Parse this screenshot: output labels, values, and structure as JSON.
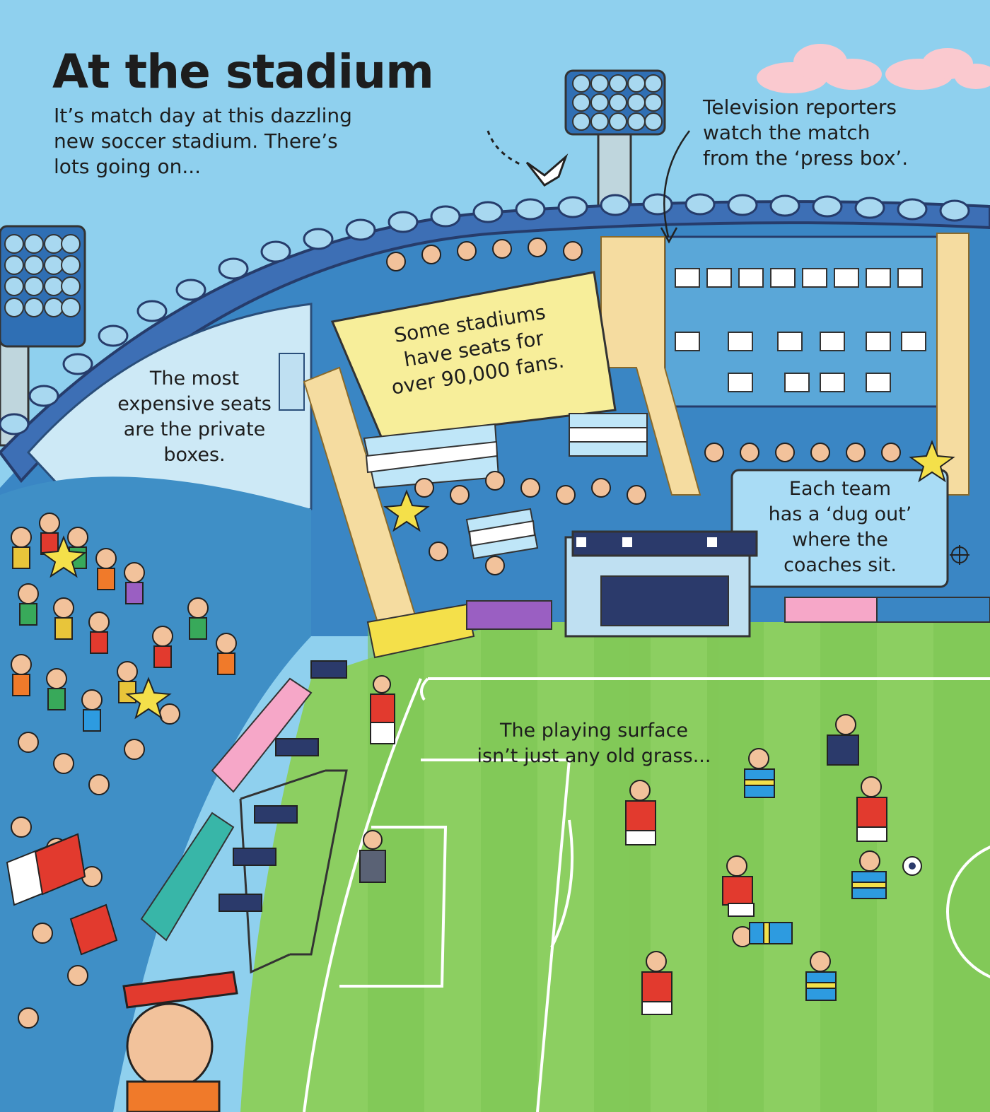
{
  "page": {
    "title": "At the stadium",
    "intro": [
      "It’s match day at this dazzling",
      "new soccer stadium. There’s",
      "lots going on..."
    ]
  },
  "captions": {
    "press_box": [
      "Television reporters",
      "watch the match",
      "from the ‘press box’."
    ],
    "private_boxes": [
      "The most",
      "expensive seats",
      "are the private",
      "boxes."
    ],
    "fans": [
      "Some stadiums",
      "have seats for",
      "over 90,000 fans."
    ],
    "dug_out": [
      "Each team",
      "has a ‘dug out’",
      "where the",
      "coaches sit."
    ],
    "playing_surface": [
      "The playing surface",
      "isn’t just any old grass..."
    ]
  },
  "colors": {
    "sky": "#8fd0ee",
    "roof": "#3d6fb5",
    "roof_light": "#a8d8f0",
    "stand": "#3a86c4",
    "steps": "#f5dca0",
    "grass": "#8ccf61",
    "grass_dark": "#7cc452",
    "banner": "#f7ee9a",
    "dugout_panel": "#a9dcf5",
    "home_kit": "#e23a2e",
    "away_kit": "#2d9be0",
    "away_trim": "#f4e04a",
    "referee": "#2b3a6b",
    "cloud": "#fac9cf"
  },
  "icons": [
    "floodlight-icon",
    "seagull-icon",
    "cloud-icon",
    "camera-icon",
    "soccer-ball-icon",
    "flag-icon",
    "goal-net-icon",
    "star-icon",
    "crosshair-icon"
  ]
}
